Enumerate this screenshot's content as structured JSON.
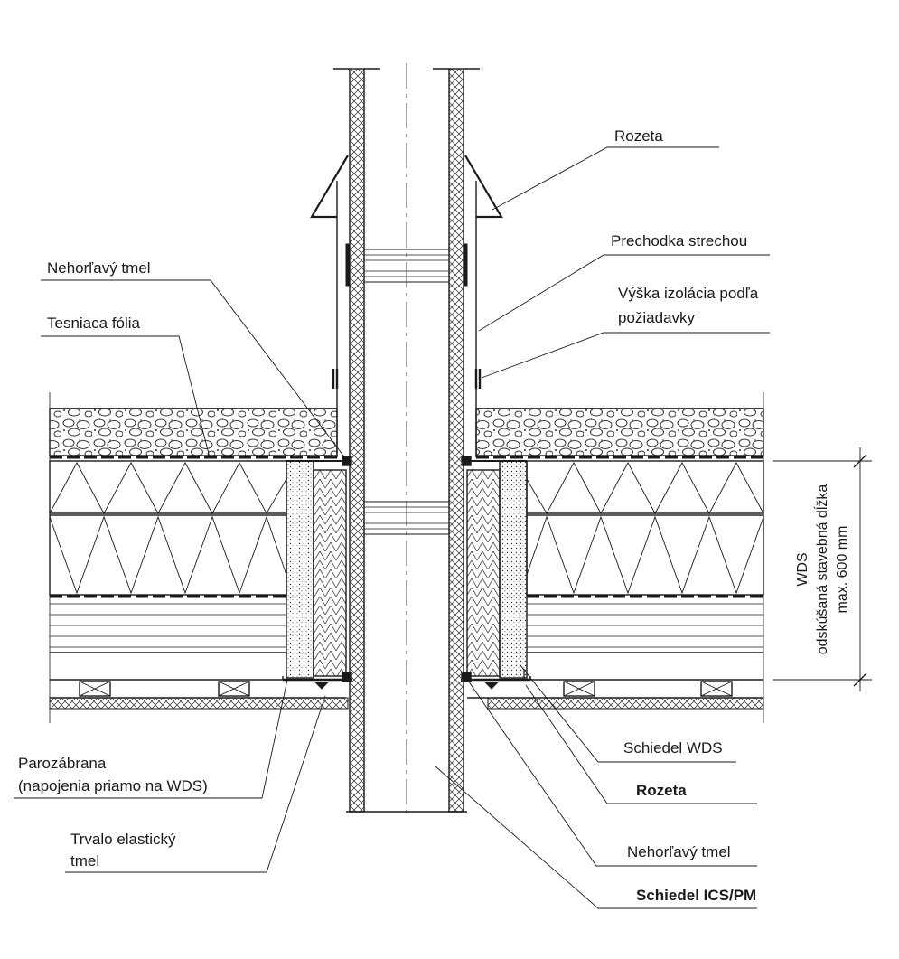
{
  "labels": {
    "rozeta_top": "Rozeta",
    "prechodka": "Prechodka strechou",
    "vyska_1": "Výška izolácia podľa",
    "vyska_2": "požiadavky",
    "nehorlavy_top": "Nehorľavý tmel",
    "tesniaca": "Tesniaca fólia",
    "parozabrana_1": "Parozábrana",
    "parozabrana_2": "(napojenia priamo na WDS)",
    "trvalo_1": "Trvalo elastický",
    "trvalo_2": "tmel",
    "schiedel_wds": "Schiedel WDS",
    "rozeta_bottom": "Rozeta",
    "nehorlavy_bottom": "Nehorľavý tmel",
    "schiedel_ics": "Schiedel ICS/PM"
  },
  "dimension": {
    "line1": "WDS",
    "line2": "odskúšaná stavebná dĺžka",
    "line3": "max. 600 mm"
  },
  "colors": {
    "ink": "#1a1a1a",
    "hatch": "#555555"
  }
}
